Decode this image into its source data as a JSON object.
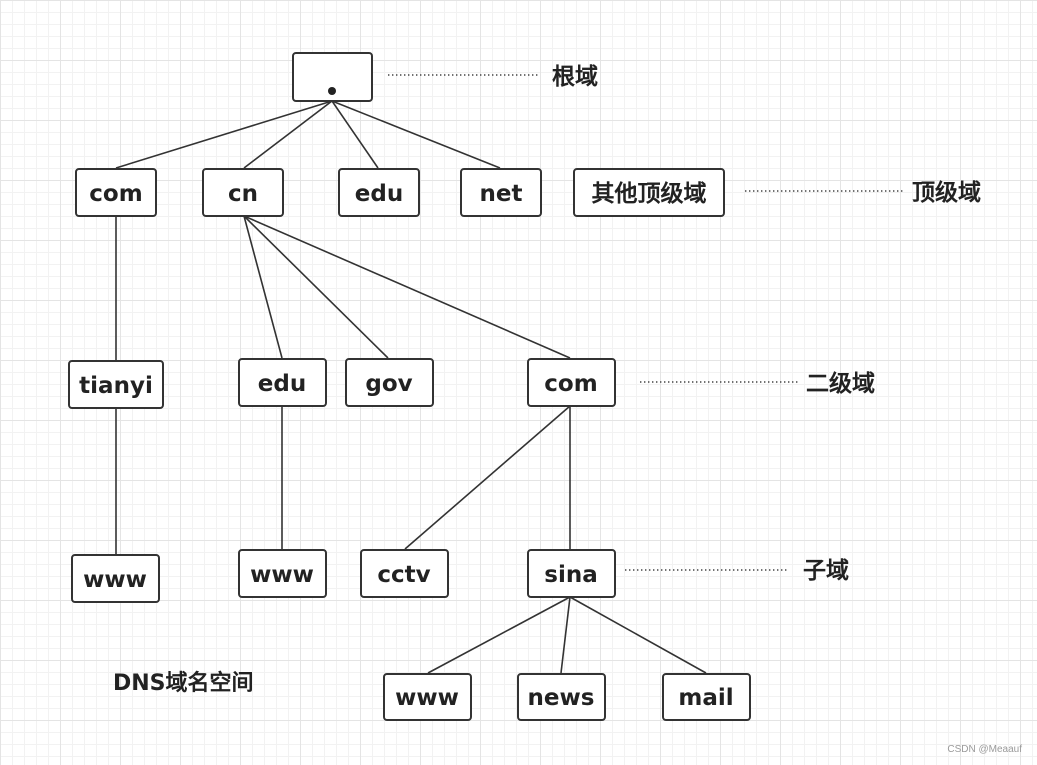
{
  "diagram": {
    "caption": "DNS域名空间",
    "watermark": "CSDN @Meaauf",
    "root": {
      "label": "."
    },
    "nodes": {
      "tld_com": "com",
      "tld_cn": "cn",
      "tld_edu": "edu",
      "tld_net": "net",
      "tld_other": "其他顶级域",
      "sld_tianyi": "tianyi",
      "sld_edu": "edu",
      "sld_gov": "gov",
      "sld_com": "com",
      "sub_www_tianyi": "www",
      "sub_www_edu": "www",
      "sub_cctv": "cctv",
      "sub_sina": "sina",
      "host_www": "www",
      "host_news": "news",
      "host_mail": "mail"
    },
    "levels": {
      "root": "根域",
      "top": "顶级域",
      "second": "二级域",
      "sub": "子域"
    }
  }
}
